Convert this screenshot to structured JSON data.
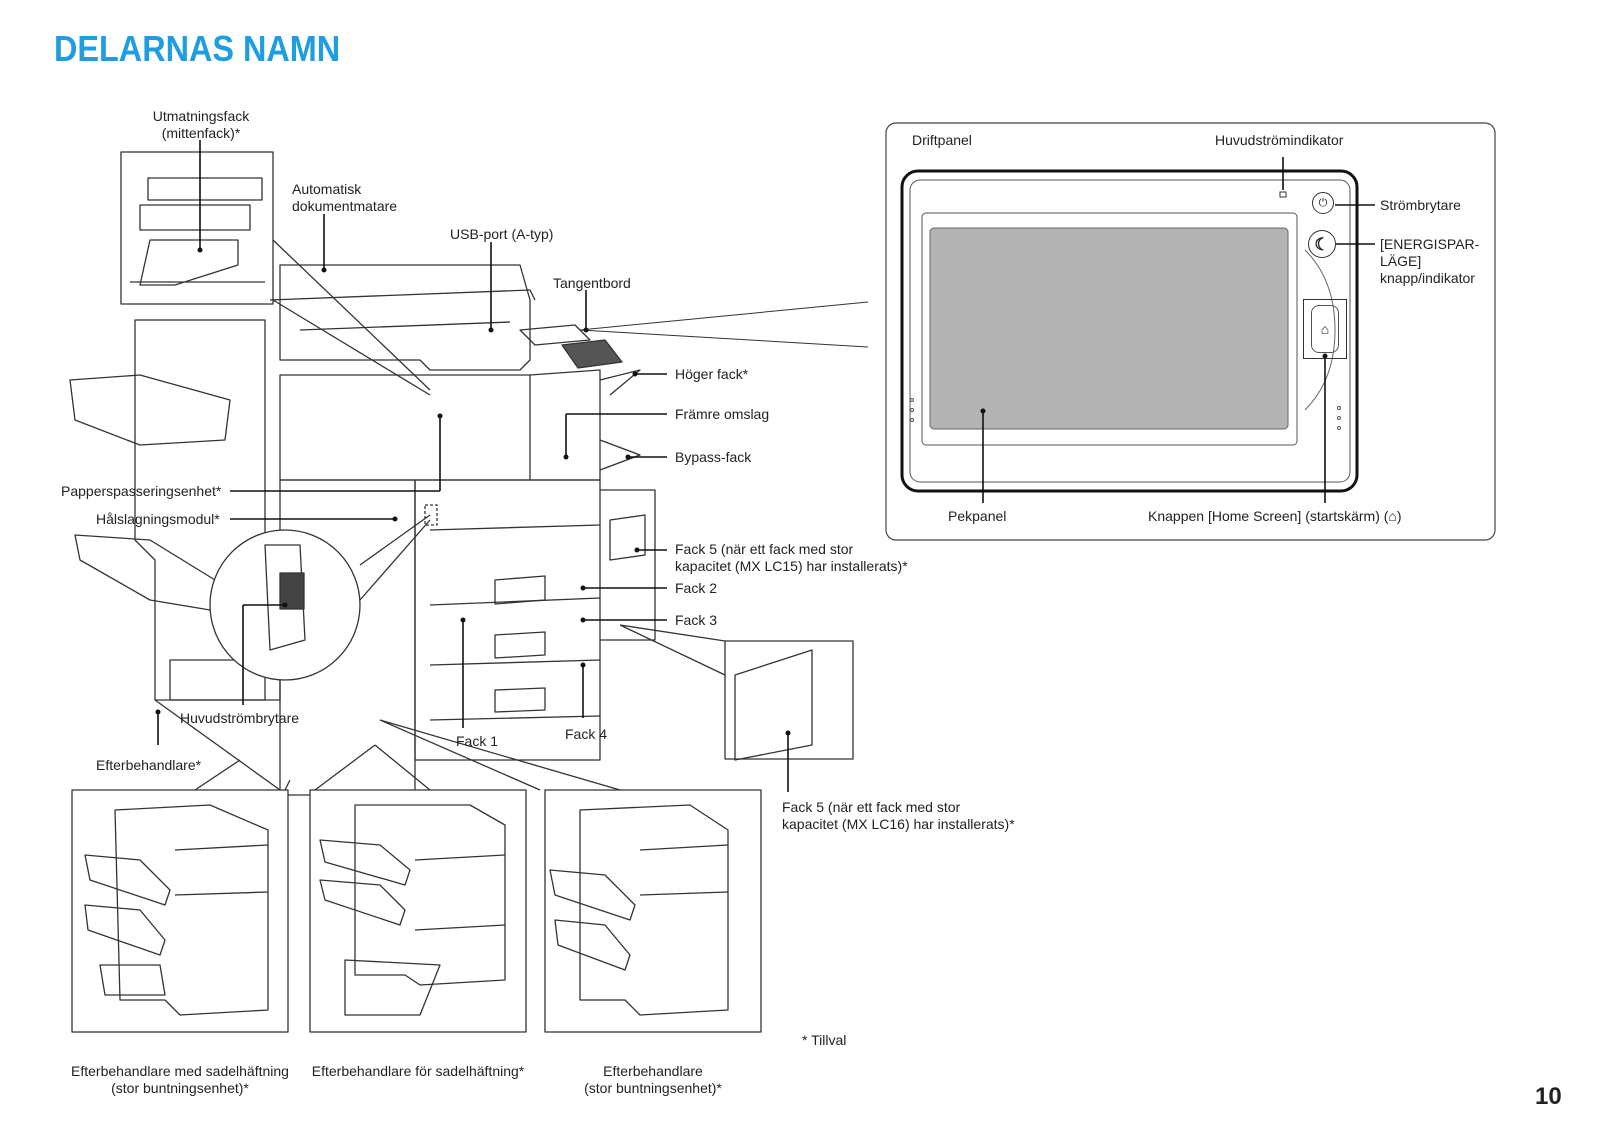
{
  "page": {
    "title": "DELARNAS NAMN",
    "page_number": "10",
    "footnote": "* Tillval"
  },
  "main_labels": {
    "output_tray": "Utmatningsfack\n(mittenfack)*",
    "document_feeder": "Automatisk\ndokumentmatare",
    "usb_port": "USB-port (A-typ)",
    "keyboard": "Tangentbord",
    "right_tray": "Höger fack*",
    "front_cover": "Främre omslag",
    "bypass_tray": "Bypass-fack",
    "paper_pass_unit": "Papperspasseringsenhet*",
    "punch_module": "Hålslagningsmodul*",
    "tray5_lc15": "Fack 5 (när ett fack med stor\nkapacitet (MX LC15) har installerats)*",
    "tray2": "Fack 2",
    "tray3": "Fack 3",
    "tray1": "Fack 1",
    "tray4": "Fack 4",
    "main_power_switch": "Huvudströmbrytare",
    "finisher": "Efterbehandlare*",
    "tray5_lc16": "Fack 5 (när ett fack med stor\nkapacitet (MX LC16) har installerats)*"
  },
  "panel_labels": {
    "operation_panel": "Driftpanel",
    "main_power_indicator": "Huvudströmindikator",
    "power_switch": "Strömbrytare",
    "energy_save": "[ENERGISPAR-\nLÄGE]\nknapp/indikator",
    "touch_panel": "Pekpanel",
    "home_button": "Knappen [Home Screen] (startskärm) (⌂)"
  },
  "finisher_captions": {
    "saddle_large": "Efterbehandlare med sadelhäftning\n(stor buntningsenhet)*",
    "saddle": "Efterbehandlare för sadelhäftning*",
    "large": "Efterbehandlare\n(stor buntningsenhet)*"
  },
  "icons": [
    "power-icon",
    "moon-icon",
    "home-icon"
  ],
  "colors": {
    "title": "#1e9ee0",
    "screen": "#b3b3b3",
    "line": "#222222"
  }
}
